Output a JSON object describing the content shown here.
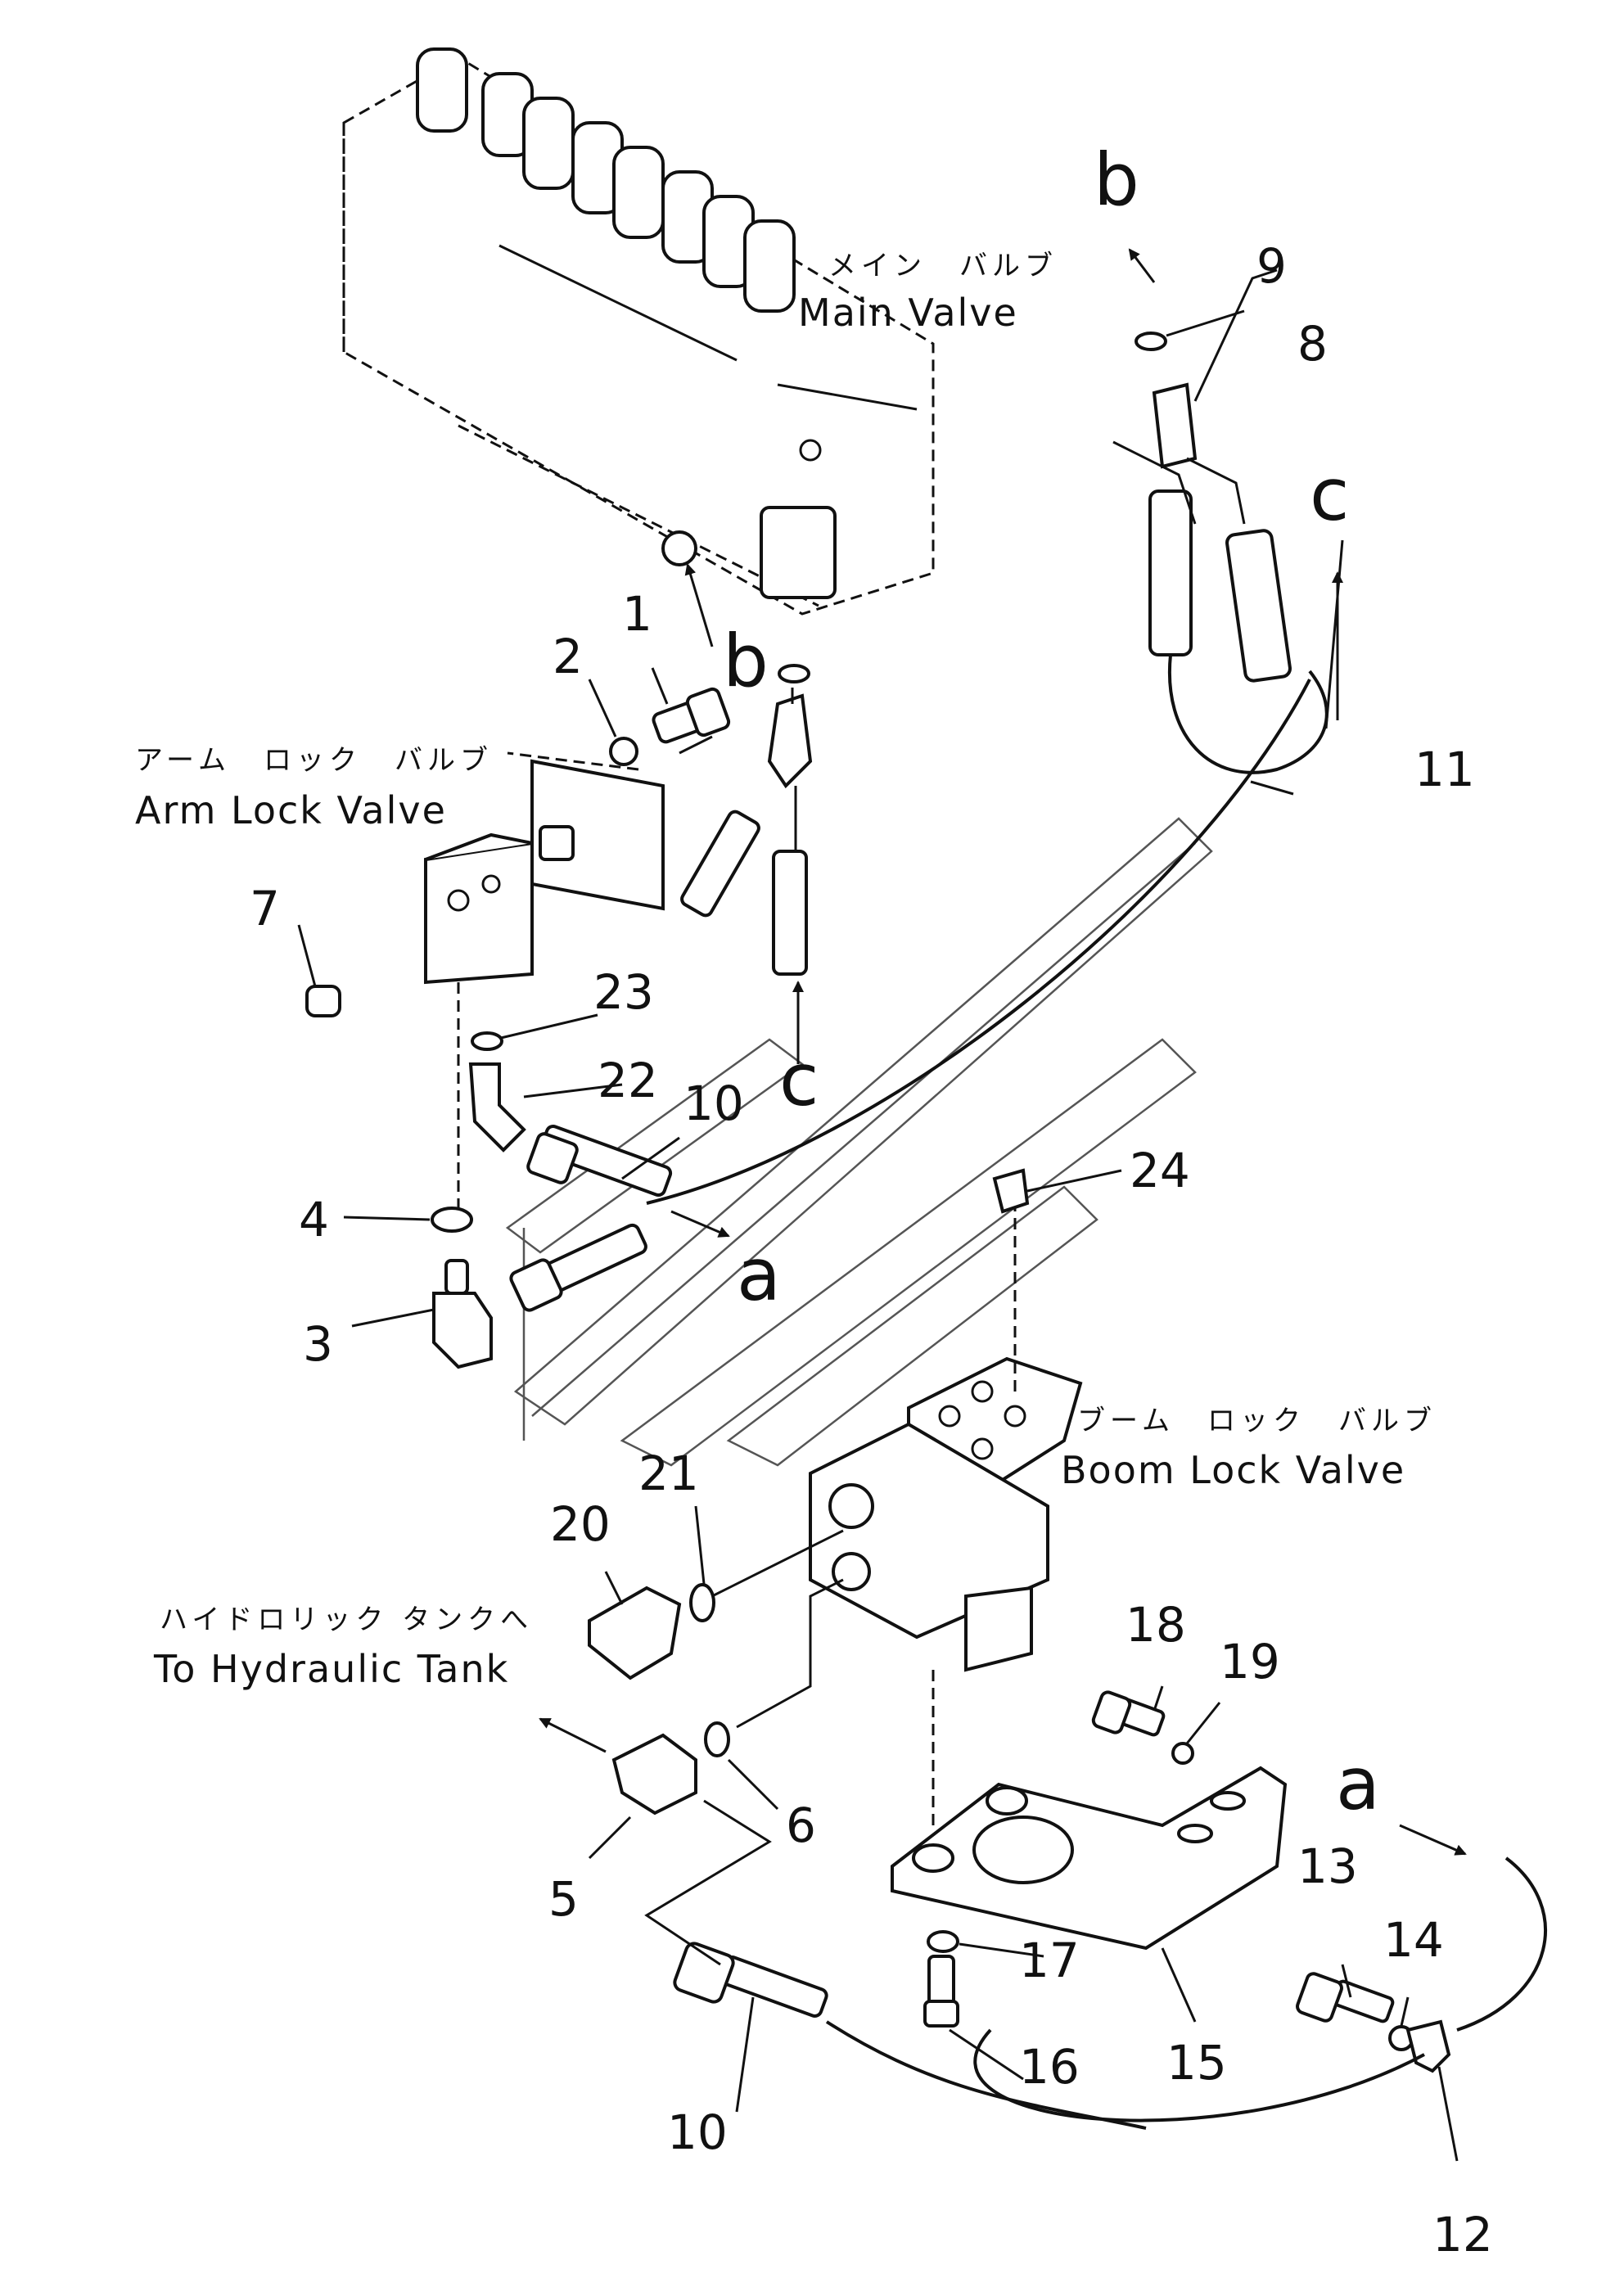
{
  "labels": {
    "main_valve_jp": "メイン　バルブ",
    "main_valve_en": "Main  Valve",
    "arm_lock_valve_jp": "アーム　ロック　バルブ",
    "arm_lock_valve_en": "Arm Lock Valve",
    "boom_lock_valve_jp": "ブーム　ロック　バルブ",
    "boom_lock_valve_en": "Boom Lock Valve",
    "hydraulic_tank_jp": "ハイドロリック タンクへ",
    "hydraulic_tank_en": "To Hydraulic Tank"
  },
  "connection_letters": {
    "b_top": "b",
    "c_top": "c",
    "b_mid": "b",
    "c_mid": "c",
    "a_mid": "a",
    "a_right": "a"
  },
  "part_numbers": {
    "p1": "1",
    "p2": "2",
    "p3": "3",
    "p4": "4",
    "p5": "5",
    "p6": "6",
    "p7": "7",
    "p8": "8",
    "p9": "9",
    "p10_top": "10",
    "p10_bottom": "10",
    "p11": "11",
    "p12": "12",
    "p13": "13",
    "p14": "14",
    "p15": "15",
    "p16": "16",
    "p17": "17",
    "p18": "18",
    "p19": "19",
    "p20": "20",
    "p21": "21",
    "p22": "22",
    "p23": "23",
    "p24": "24"
  }
}
